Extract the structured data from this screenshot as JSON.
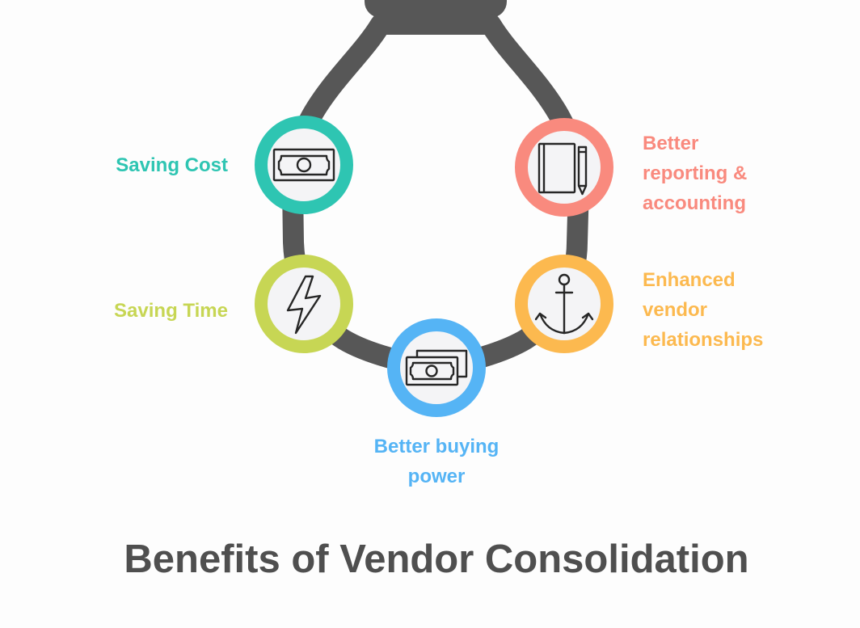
{
  "title": "Benefits of Vendor Consolidation",
  "colors": {
    "bulb": "#575757",
    "node_fill": "#f4f4f6",
    "icon_stroke": "#262626",
    "title": "#4f4f4f"
  },
  "nodes": [
    {
      "id": "saving-cost",
      "label": "Saving Cost",
      "icon": "banknote-icon",
      "color": "#2ec5b2"
    },
    {
      "id": "saving-time",
      "label": "Saving Time",
      "icon": "lightning-bolt-icon",
      "color": "#c7d654"
    },
    {
      "id": "buying-power",
      "label": "Better buying\npower",
      "icon": "stacked-banknotes-icon",
      "color": "#55b4f5"
    },
    {
      "id": "vendor-relationships",
      "label": "Enhanced\nvendor\nrelationships",
      "icon": "anchor-icon",
      "color": "#fcb94f"
    },
    {
      "id": "reporting",
      "label": "Better\nreporting &\naccounting",
      "icon": "notebook-pen-icon",
      "color": "#f98a7e"
    }
  ]
}
